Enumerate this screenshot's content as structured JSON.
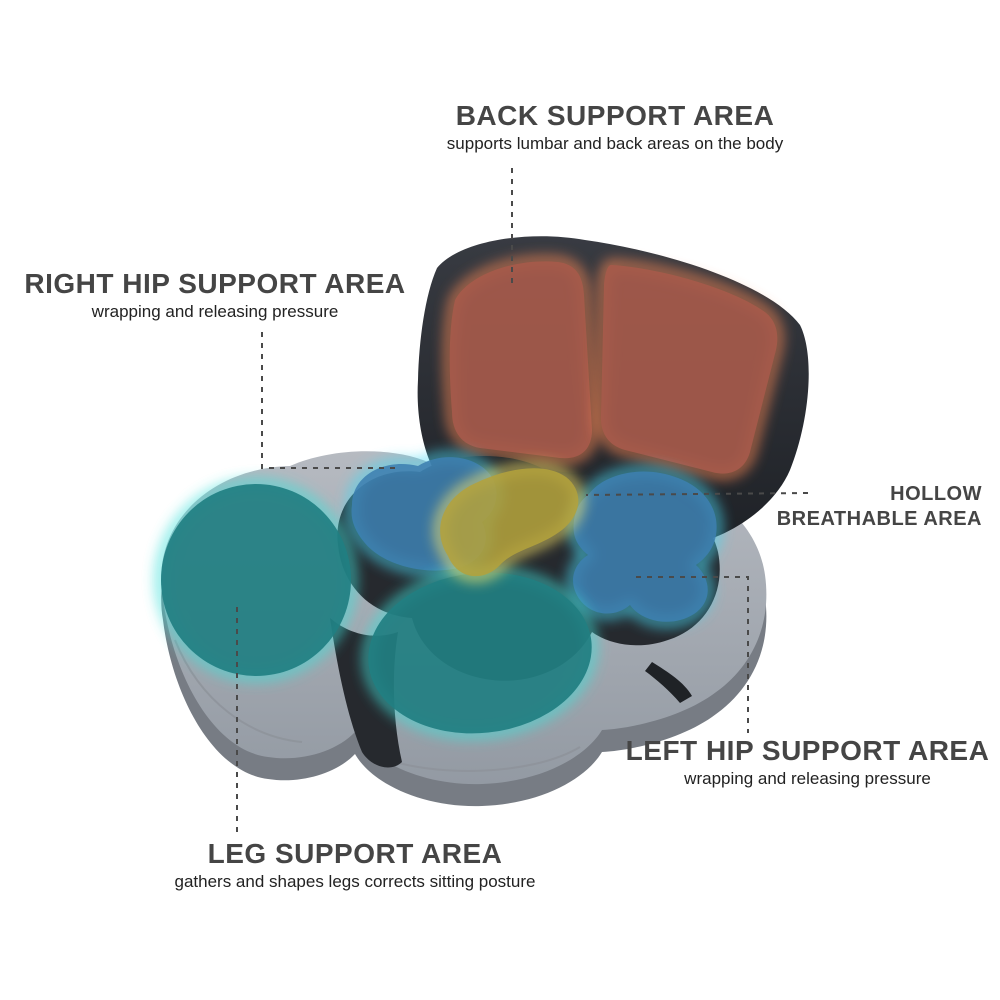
{
  "callouts": {
    "back_support": {
      "title": "BACK SUPPORT AREA",
      "subtitle": "supports lumbar and back areas on the body"
    },
    "right_hip_support": {
      "title": "RIGHT HIP SUPPORT AREA",
      "subtitle": "wrapping and releasing pressure"
    },
    "hollow_breathable": {
      "line1": "HOLLOW",
      "line2": "BREATHABLE AREA"
    },
    "left_hip_support": {
      "title": "LEFT HIP SUPPORT AREA",
      "subtitle": "wrapping and releasing pressure"
    },
    "leg_support": {
      "title": "LEG SUPPORT AREA",
      "subtitle": "gathers and shapes legs corrects sitting posture"
    }
  },
  "zones": {
    "back_support_color": "#a65a4b",
    "hip_support_color": "#3d7fb0",
    "leg_support_color": "#217f82",
    "hollow_breathable_color": "#b3a23c",
    "cushion_fabric_color": "#aaaeb5",
    "cushion_dark_color": "#26292e",
    "glow_orange": "#ff8a55",
    "glow_cyan": "#49d8f2",
    "glow_yellow": "#ffe96b"
  }
}
